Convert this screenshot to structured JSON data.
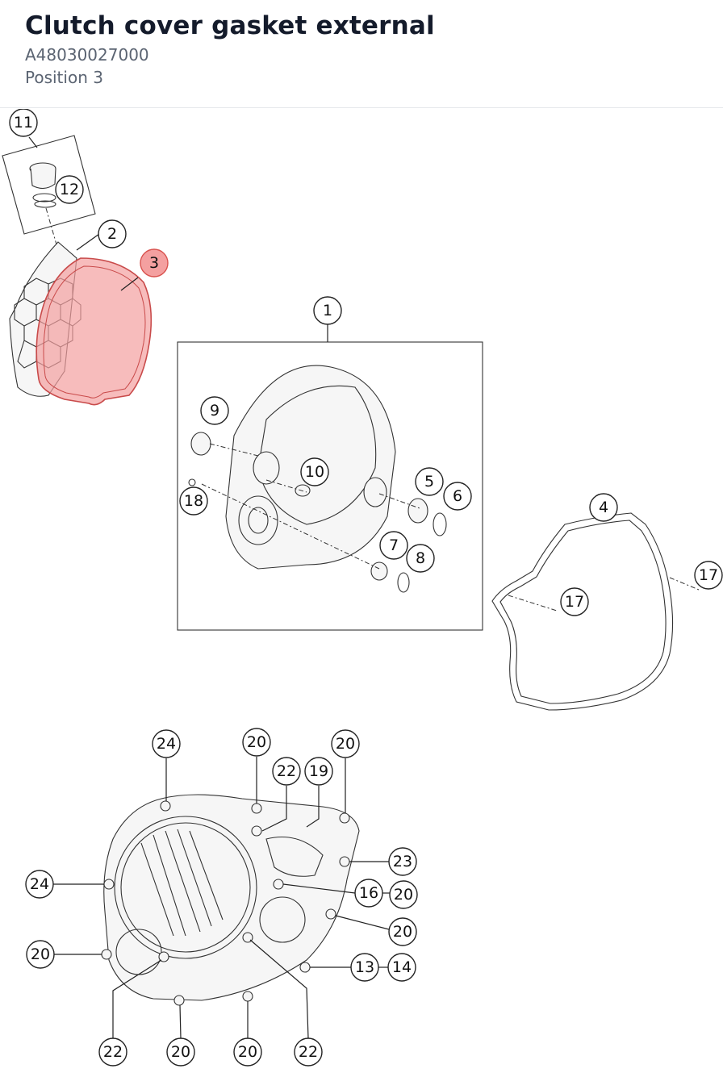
{
  "part": {
    "title": "Clutch cover gasket external",
    "number": "A48030027000",
    "position_label": "Position 3"
  },
  "diagram": {
    "highlight_color": "#f4a0a0",
    "selected_callout": "3",
    "callouts": {
      "c11": "11",
      "c12": "12",
      "c2": "2",
      "c3": "3",
      "c1": "1",
      "c9": "9",
      "c10": "10",
      "c18": "18",
      "c5": "5",
      "c6": "6",
      "c7": "7",
      "c8": "8",
      "c4": "4",
      "c17a": "17",
      "c17b": "17",
      "c24a": "24",
      "c20a": "20",
      "c22a": "22",
      "c19": "19",
      "c20b": "20",
      "c23": "23",
      "c24b": "24",
      "c16": "16",
      "c20c": "20",
      "c20d": "20",
      "c20e": "20",
      "c13": "13",
      "c14": "14",
      "c22b": "22",
      "c20f": "20",
      "c20g": "20",
      "c22c": "22"
    }
  }
}
